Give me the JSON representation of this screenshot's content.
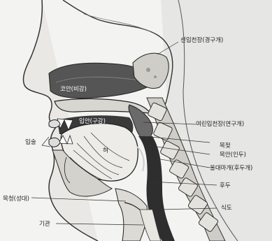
{
  "labels": {
    "hard_palate": "센입천장(경구개)",
    "nasal_cavity": "코안(비강)",
    "oral_cavity": "입안(구강)",
    "soft_palate": "여린입천장(연구개)",
    "lips": "입술",
    "tongue": "혀",
    "uvula": "목젖",
    "pharynx": "목안(인두)",
    "epiglottis": "울대마개(후두개)",
    "larynx": "후두",
    "vocal_cords": "목청(성대)",
    "esophagus": "식도",
    "trachea": "기관"
  }
}
